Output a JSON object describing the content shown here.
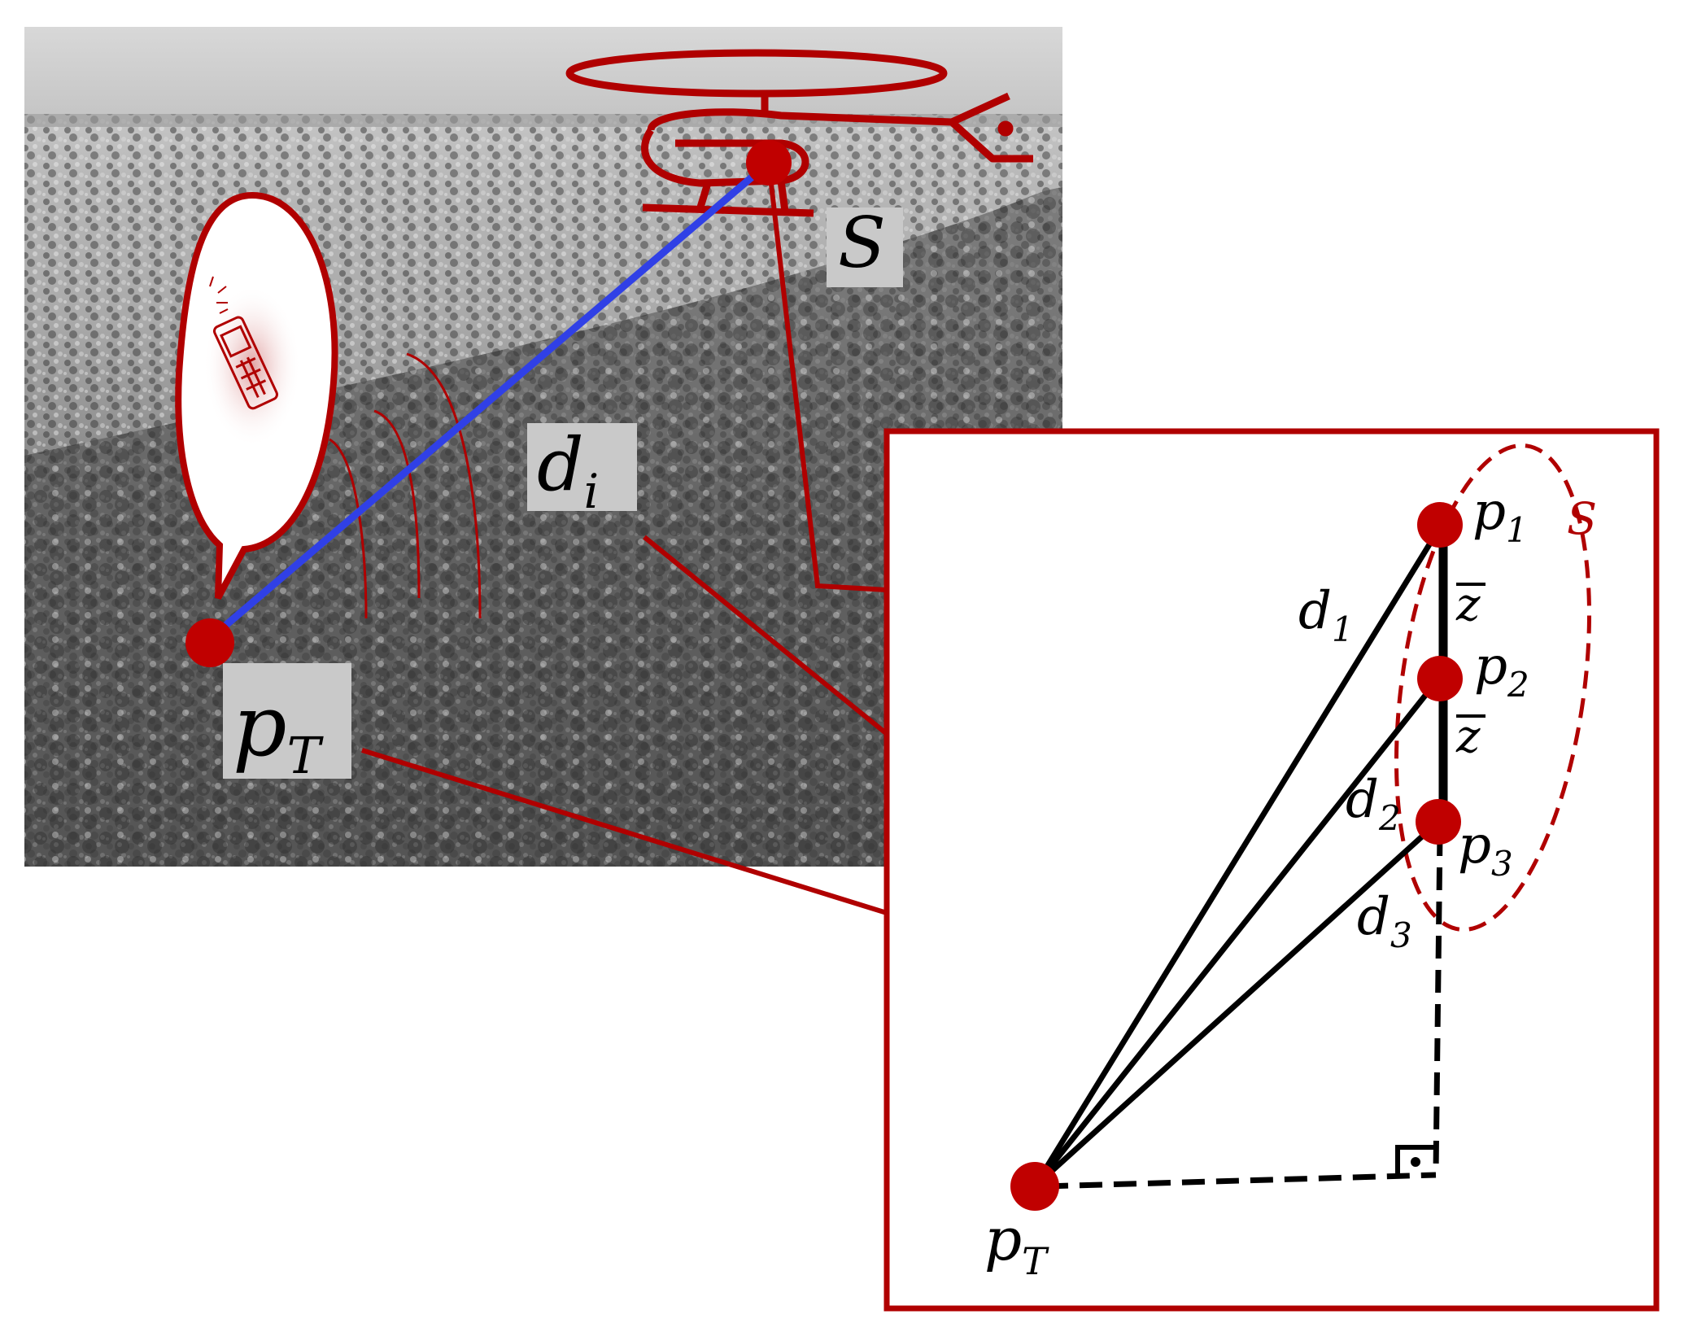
{
  "colors": {
    "accent_red": "#b00000",
    "signal_line": "#3040e6",
    "label_box": "#c9c9c9",
    "photo_tone": "#8a8a8a"
  },
  "photo": {
    "description_icons": [
      "helicopter-icon",
      "mobile-phone-icon",
      "speech-bubble-icon",
      "radio-wave-icon"
    ]
  },
  "labels": {
    "sensor": "S",
    "distance": "d",
    "distance_sub": "i",
    "target": "p",
    "target_sub": "T"
  },
  "inset": {
    "set_label": "S",
    "points": [
      {
        "name": "p",
        "sub": "1"
      },
      {
        "name": "p",
        "sub": "2"
      },
      {
        "name": "p",
        "sub": "3"
      }
    ],
    "distances": [
      {
        "name": "d",
        "sub": "1"
      },
      {
        "name": "d",
        "sub": "2"
      },
      {
        "name": "d",
        "sub": "3"
      }
    ],
    "spacing": [
      "z",
      "z"
    ],
    "target": {
      "name": "p",
      "sub": "T"
    }
  }
}
